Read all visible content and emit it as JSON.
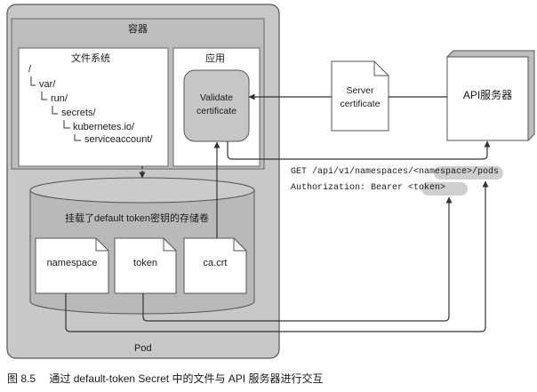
{
  "pod": {
    "label": "Pod"
  },
  "container": {
    "label": "容器"
  },
  "filesystem": {
    "title": "文件系统",
    "entries": [
      "/",
      "var/",
      "run/",
      "secrets/",
      "kubernetes.io/",
      "serviceaccount/"
    ]
  },
  "app": {
    "title": "应用",
    "validate_line1": "Validate",
    "validate_line2": "certificate"
  },
  "volume": {
    "title": "挂载了default token密钥的存储卷",
    "files": [
      "namespace",
      "token",
      "ca.crt"
    ]
  },
  "server_certificate": {
    "line1": "Server",
    "line2": "certificate"
  },
  "api_server": {
    "label": "API服务器"
  },
  "request": {
    "get_prefix": "GET /api/v1/namespaces/",
    "namespace_token": "<namespace>",
    "get_suffix": "/pods",
    "auth_prefix": "Authorization: Bearer ",
    "token_token": "<token>"
  },
  "caption": {
    "figure_number": "图 8.5",
    "text": "通过 default-token Secret 中的文件与 API 服务器进行交互"
  },
  "colors": {
    "pod_fill": "#c8c8c8",
    "panel_fill": "#ffffff",
    "volume_fill": "#b9b9b9",
    "highlight_pill": "#cfcfcf",
    "line": "#333333"
  }
}
